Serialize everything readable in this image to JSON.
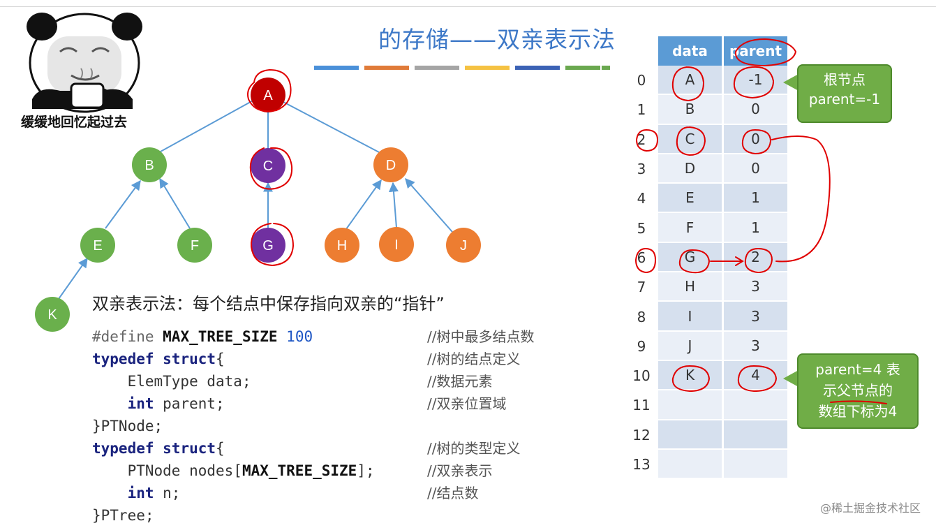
{
  "slide": {
    "title": "的存储——双亲表示法",
    "accent_bars": [
      "#4a90d9",
      "#e07b39",
      "#a5a5a5",
      "#f5c242",
      "#3b62b5",
      "#6aa84f"
    ]
  },
  "meme": {
    "caption": "缓缓地回忆起过去"
  },
  "tree": {
    "nodes": [
      {
        "label": "A",
        "color": "#c00000"
      },
      {
        "label": "B",
        "color": "#6ab04c"
      },
      {
        "label": "C",
        "color": "#7030a0"
      },
      {
        "label": "D",
        "color": "#ed7d31"
      },
      {
        "label": "E",
        "color": "#6ab04c"
      },
      {
        "label": "F",
        "color": "#6ab04c"
      },
      {
        "label": "G",
        "color": "#7030a0"
      },
      {
        "label": "H",
        "color": "#ed7d31"
      },
      {
        "label": "I",
        "color": "#ed7d31"
      },
      {
        "label": "J",
        "color": "#ed7d31"
      },
      {
        "label": "K",
        "color": "#6ab04c"
      }
    ]
  },
  "description": "双亲表示法：每个结点中保存指向双亲的“指针”",
  "code": {
    "l1": {
      "a": "#define ",
      "b": "MAX_TREE_SIZE",
      "c": " 100",
      "cmt": "//树中最多结点数"
    },
    "l2": {
      "a": "typedef",
      "b": " ",
      "c": "struct",
      "d": "{",
      "cmt": "//树的结点定义"
    },
    "l3": {
      "a": "    ElemType data;",
      "cmt": "//数据元素"
    },
    "l4": {
      "a": "    ",
      "b": "int",
      "c": " parent;",
      "cmt": "//双亲位置域"
    },
    "l5": {
      "a": "}PTNode;"
    },
    "l6": {
      "a": "typedef",
      "b": " ",
      "c": "struct",
      "d": "{",
      "cmt": "//树的类型定义"
    },
    "l7": {
      "a": "    PTNode nodes[",
      "b": "MAX_TREE_SIZE",
      "c": "];",
      "cmt": "//双亲表示"
    },
    "l8": {
      "a": "    ",
      "b": "int",
      "c": " n;",
      "cmt": "//结点数"
    },
    "l9": {
      "a": "}PTree;"
    }
  },
  "table": {
    "headers": {
      "data": "data",
      "parent": "parent"
    },
    "rows": [
      {
        "index": "0",
        "data": "A",
        "parent": "-1"
      },
      {
        "index": "1",
        "data": "B",
        "parent": "0"
      },
      {
        "index": "2",
        "data": "C",
        "parent": "0"
      },
      {
        "index": "3",
        "data": "D",
        "parent": "0"
      },
      {
        "index": "4",
        "data": "E",
        "parent": "1"
      },
      {
        "index": "5",
        "data": "F",
        "parent": "1"
      },
      {
        "index": "6",
        "data": "G",
        "parent": "2"
      },
      {
        "index": "7",
        "data": "H",
        "parent": "3"
      },
      {
        "index": "8",
        "data": "I",
        "parent": "3"
      },
      {
        "index": "9",
        "data": "J",
        "parent": "3"
      },
      {
        "index": "10",
        "data": "K",
        "parent": "4"
      },
      {
        "index": "11",
        "data": "",
        "parent": ""
      },
      {
        "index": "12",
        "data": "",
        "parent": ""
      },
      {
        "index": "13",
        "data": "",
        "parent": ""
      }
    ]
  },
  "callouts": {
    "root": {
      "line1": "根节点",
      "line2": "parent=-1"
    },
    "k": {
      "line1": "parent=4 表",
      "line2": "示父节点的",
      "line3": "数组下标为4"
    }
  },
  "watermark": "@稀土掘金技术社区"
}
